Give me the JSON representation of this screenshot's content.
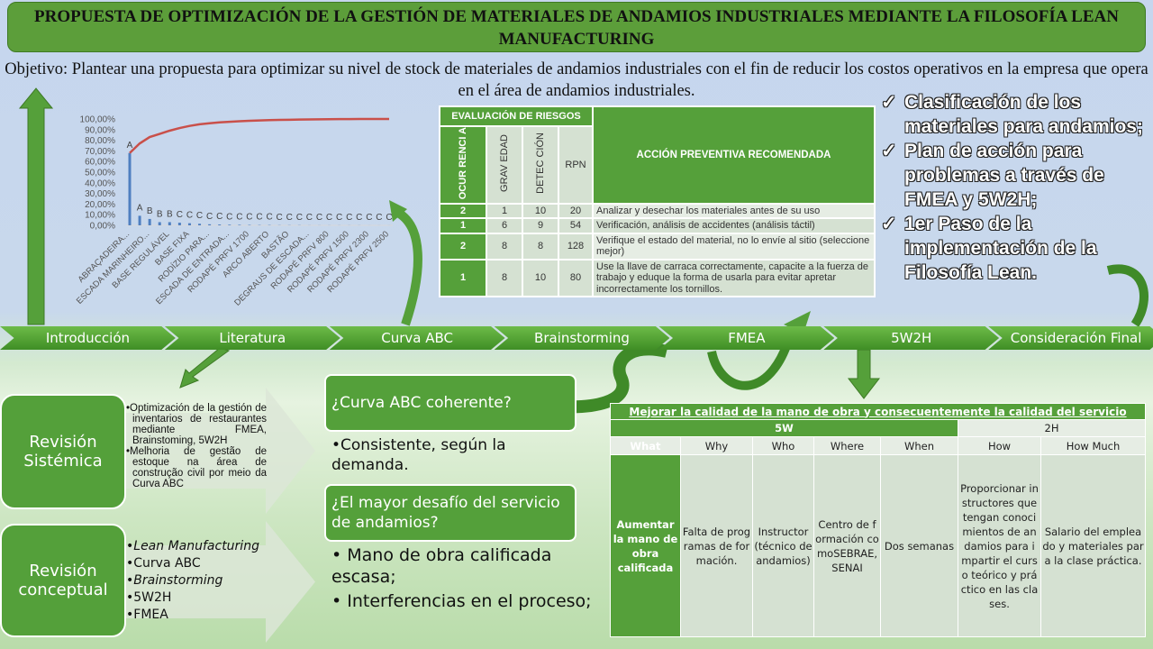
{
  "title": "PROPUESTA DE OPTIMIZACIÓN DE LA GESTIÓN DE MATERIALES DE ANDAMIOS INDUSTRIALES MEDIANTE LA FILOSOFÍA LEAN MANUFACTURING",
  "objective": "Objetivo: Plantear una propuesta para optimizar su nivel de stock de materiales de andamios industriales con el fin de reducir los costos operativos en la empresa que opera en el área de andamios industriales.",
  "checks": [
    "Clasificación de los materiales para andamios;",
    "Plan de acción para problemas a través de FMEA y 5W2H;",
    "1er Paso de la implementación de la Filosofía Lean."
  ],
  "check_glyph": "✓",
  "timeline": [
    "Introducción",
    "Literatura",
    "Curva ABC",
    "Brainstorming",
    "FMEA",
    "5W2H",
    "Consideración Final"
  ],
  "fmea": {
    "group_header": "EVALUACIÓN DE RIESGOS",
    "action_header": "ACCIÓN PREVENTIVA RECOMENDADA",
    "cols": [
      "OCUR RENCI A",
      "GRAV EDAD",
      "DETEC CIÓN",
      "RPN"
    ],
    "rows": [
      {
        "o": "2",
        "g": "1",
        "d": "10",
        "rpn": "20",
        "action": "Analizar y desechar los materiales antes de su uso"
      },
      {
        "o": "1",
        "g": "6",
        "d": "9",
        "rpn": "54",
        "action": "Verificación, análisis de accidentes (análisis táctil)"
      },
      {
        "o": "2",
        "g": "8",
        "d": "8",
        "rpn": "128",
        "action": "Verifique el estado del material, no lo envíe al sitio (seleccione mejor)"
      },
      {
        "o": "1",
        "g": "8",
        "d": "10",
        "rpn": "80",
        "action": "Use la llave de carraca correctamente, capacite a la fuerza de trabajo y eduque la forma de usarla para evitar apretar incorrectamente los tornillos."
      }
    ]
  },
  "w2h": {
    "title": "Mejorar la calidad de la mano de obra y consecuentemente la calidad del servicio",
    "g5w": "5W",
    "g2h": "2H",
    "cols": [
      "What",
      "Why",
      "Who",
      "Where",
      "When",
      "How",
      "How Much"
    ],
    "row": [
      "Aumentar la mano de obra calificada",
      "Falta de programas de formación.",
      "Instructor (técnico de andamios)",
      "Centro de formación comoSEBRAE, SENAI",
      "Dos semanas",
      "Proporcionar instructores que tengan conocimientos de andamios para impartir el curso teórico y práctico en las clases.",
      "Salario del empleado y materiales para la clase práctica."
    ]
  },
  "review1": {
    "label": "Revisión Sistémica",
    "items": [
      "Optimización de la gestión de inventarios de restaurantes mediante FMEA, Brainstoming, 5W2H",
      "Melhoria de gestão de estoque na área de construção civil por meio da Curva ABC"
    ]
  },
  "review2": {
    "label": "Revisión conceptual",
    "items": [
      "Lean Manufacturing",
      "Curva ABC",
      "Brainstorming",
      "5W2H",
      "FMEA"
    ]
  },
  "q1": {
    "question": "¿Curva ABC coherente?",
    "answer": "Consistente, según la demanda."
  },
  "q2": {
    "question": "¿El mayor desafío del servicio de andamios?",
    "answers": [
      "Mano de obra calificada escasa;",
      "Interferencias en el proceso;"
    ]
  },
  "chart_data": {
    "type": "bar",
    "title": "",
    "y_ticks": [
      "0,00%",
      "10,00%",
      "20,00%",
      "30,00%",
      "40,00%",
      "50,00%",
      "60,00%",
      "70,00%",
      "80,00%",
      "90,00%",
      "100,00%"
    ],
    "ylim": [
      0,
      100
    ],
    "x_labels": [
      "ABRAÇADEIRA...",
      "ESCADA MARINHEIRO...",
      "BASE REGULÁVEL",
      "BASE FIXA",
      "RODÍZIO PARA...",
      "ESCADA DE ENTRADA...",
      "RODAPÉ PRFV 1700",
      "ARCO ABERTO",
      "BASTÃO",
      "DEGRAUS DE ESCADA...",
      "RODAPÉ PRFV 800",
      "RODAPÉ PRFV 1500",
      "RODAPÉ PRFV 2300",
      "RODAPÉ PRFV 2500"
    ],
    "classes": [
      "A",
      "A",
      "B",
      "B",
      "B",
      "C",
      "C",
      "C",
      "C",
      "C",
      "C",
      "C",
      "C",
      "C",
      "C",
      "C",
      "C",
      "C",
      "C",
      "C",
      "C",
      "C",
      "C",
      "C",
      "C",
      "C",
      "C"
    ],
    "values": [
      68,
      9,
      6,
      3,
      3,
      2.5,
      2,
      1.5,
      1,
      0.8,
      0.6,
      0.5,
      0.4,
      0.3,
      0.3,
      0.2,
      0.2,
      0.2,
      0.1,
      0.1,
      0.1,
      0.1,
      0.1,
      0.1,
      0.05,
      0.05,
      0.05
    ],
    "cumulative": [
      68,
      77,
      83,
      86,
      89,
      91.5,
      93.5,
      95,
      96,
      96.8,
      97.4,
      97.9,
      98.3,
      98.6,
      98.9,
      99.1,
      99.3,
      99.5,
      99.6,
      99.7,
      99.8,
      99.9,
      99.9,
      100,
      100,
      100,
      100
    ],
    "colors": {
      "bars": "#4f7fc0",
      "line": "#c9504a"
    }
  }
}
